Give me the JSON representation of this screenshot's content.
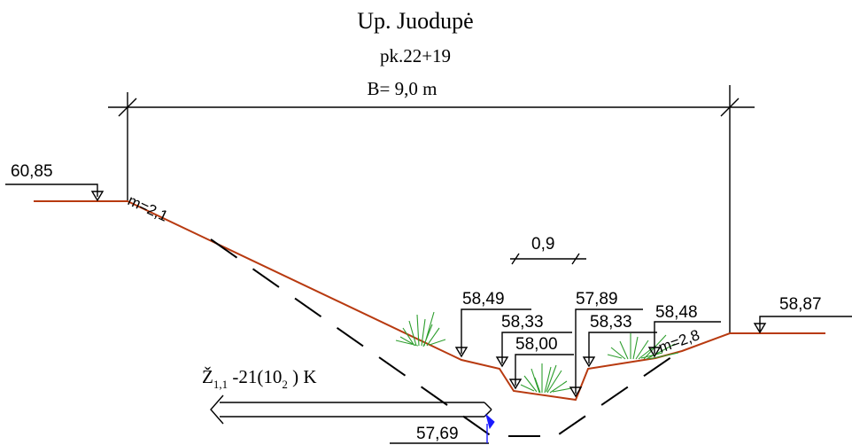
{
  "title": "Up. Juodupė",
  "subtitle": "pk.22+19",
  "width_label": "B= 9,0 m",
  "left_bank_level": "60,85",
  "right_bank_level": "58,87",
  "slope_left": "m=2,1",
  "slope_right": "m=2,8",
  "bottom_width": "0,9",
  "levels": {
    "l1": "58,49",
    "l2": "58,33",
    "l3": "58,00",
    "r1": "57,89",
    "r2": "58,33",
    "r3": "58,48"
  },
  "drain": {
    "label_main": "Ž",
    "label_sub1": "1,1",
    "label_mid": " -21(10",
    "label_sub2": "2",
    "label_end": " ) K",
    "level": "57,69"
  },
  "colors": {
    "ground": "#b83a10",
    "grass": "#2e9e2e",
    "ink": "#000000",
    "marker": "#1a1aff"
  }
}
